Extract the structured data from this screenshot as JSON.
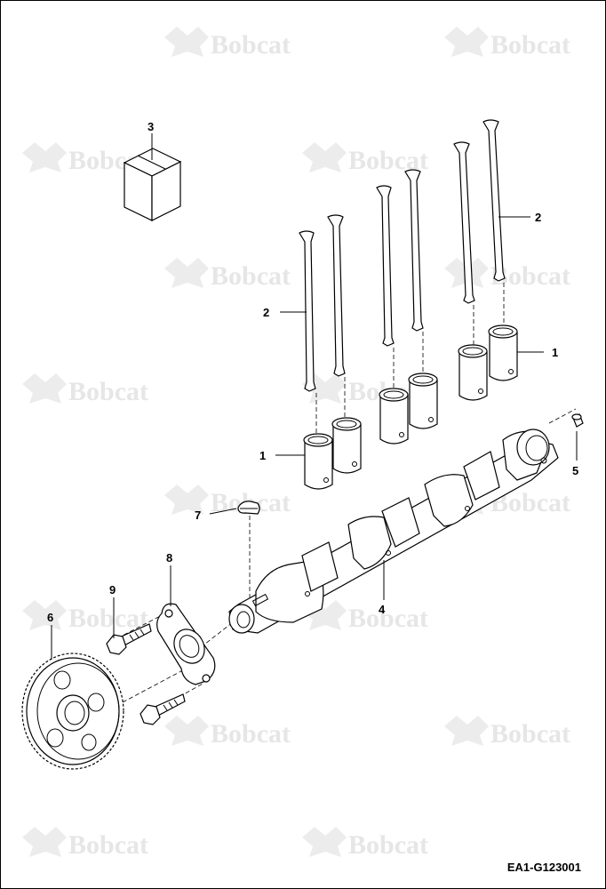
{
  "watermark": {
    "text": "Bobcat",
    "icon": "bobcat-logo-icon"
  },
  "callouts": {
    "c1a": "1",
    "c1b": "1",
    "c2a": "2",
    "c2b": "2",
    "c3": "3",
    "c4": "4",
    "c5": "5",
    "c6": "6",
    "c7": "7",
    "c8": "8",
    "c9": "9"
  },
  "reference": "EA1-G123001",
  "colors": {
    "line": "#000000",
    "watermark": "#e6e6e6",
    "background": "#ffffff"
  }
}
